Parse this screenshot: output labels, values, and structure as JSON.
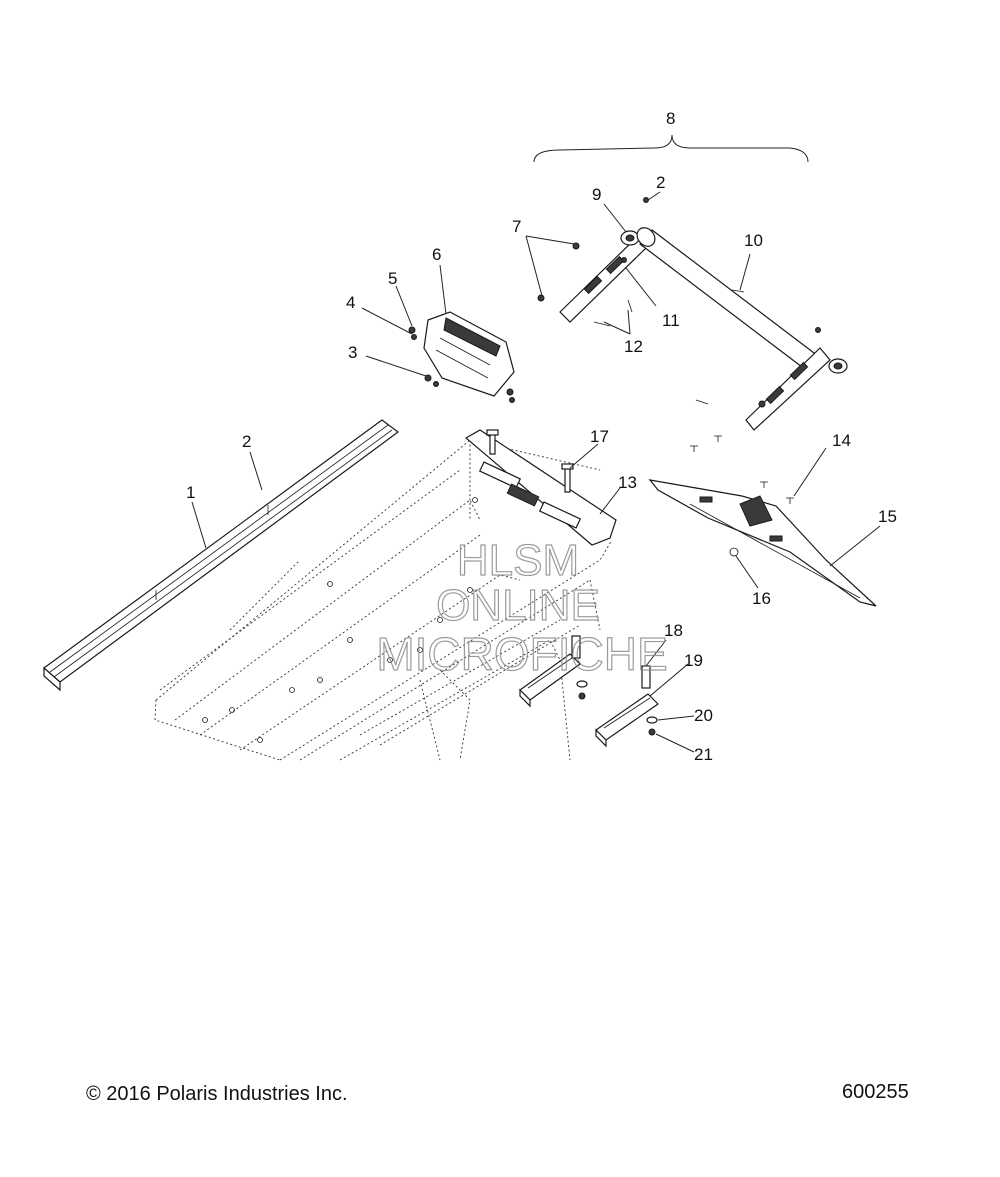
{
  "callouts": [
    {
      "id": "1",
      "label": "1"
    },
    {
      "id": "2a",
      "label": "2"
    },
    {
      "id": "2b",
      "label": "2"
    },
    {
      "id": "3",
      "label": "3"
    },
    {
      "id": "4",
      "label": "4"
    },
    {
      "id": "5",
      "label": "5"
    },
    {
      "id": "6",
      "label": "6"
    },
    {
      "id": "7",
      "label": "7"
    },
    {
      "id": "8",
      "label": "8"
    },
    {
      "id": "9",
      "label": "9"
    },
    {
      "id": "10",
      "label": "10"
    },
    {
      "id": "11",
      "label": "11"
    },
    {
      "id": "12",
      "label": "12"
    },
    {
      "id": "13",
      "label": "13"
    },
    {
      "id": "14",
      "label": "14"
    },
    {
      "id": "15",
      "label": "15"
    },
    {
      "id": "16",
      "label": "16"
    },
    {
      "id": "17",
      "label": "17"
    },
    {
      "id": "18",
      "label": "18"
    },
    {
      "id": "19",
      "label": "19"
    },
    {
      "id": "20",
      "label": "20"
    },
    {
      "id": "21",
      "label": "21"
    }
  ],
  "watermark": {
    "line1": "HLSM",
    "line2": "ONLINE",
    "line3": "MICROFICHE"
  },
  "footer": {
    "copyright": "© 2016 Polaris Industries Inc.",
    "figure_number": "600255"
  }
}
